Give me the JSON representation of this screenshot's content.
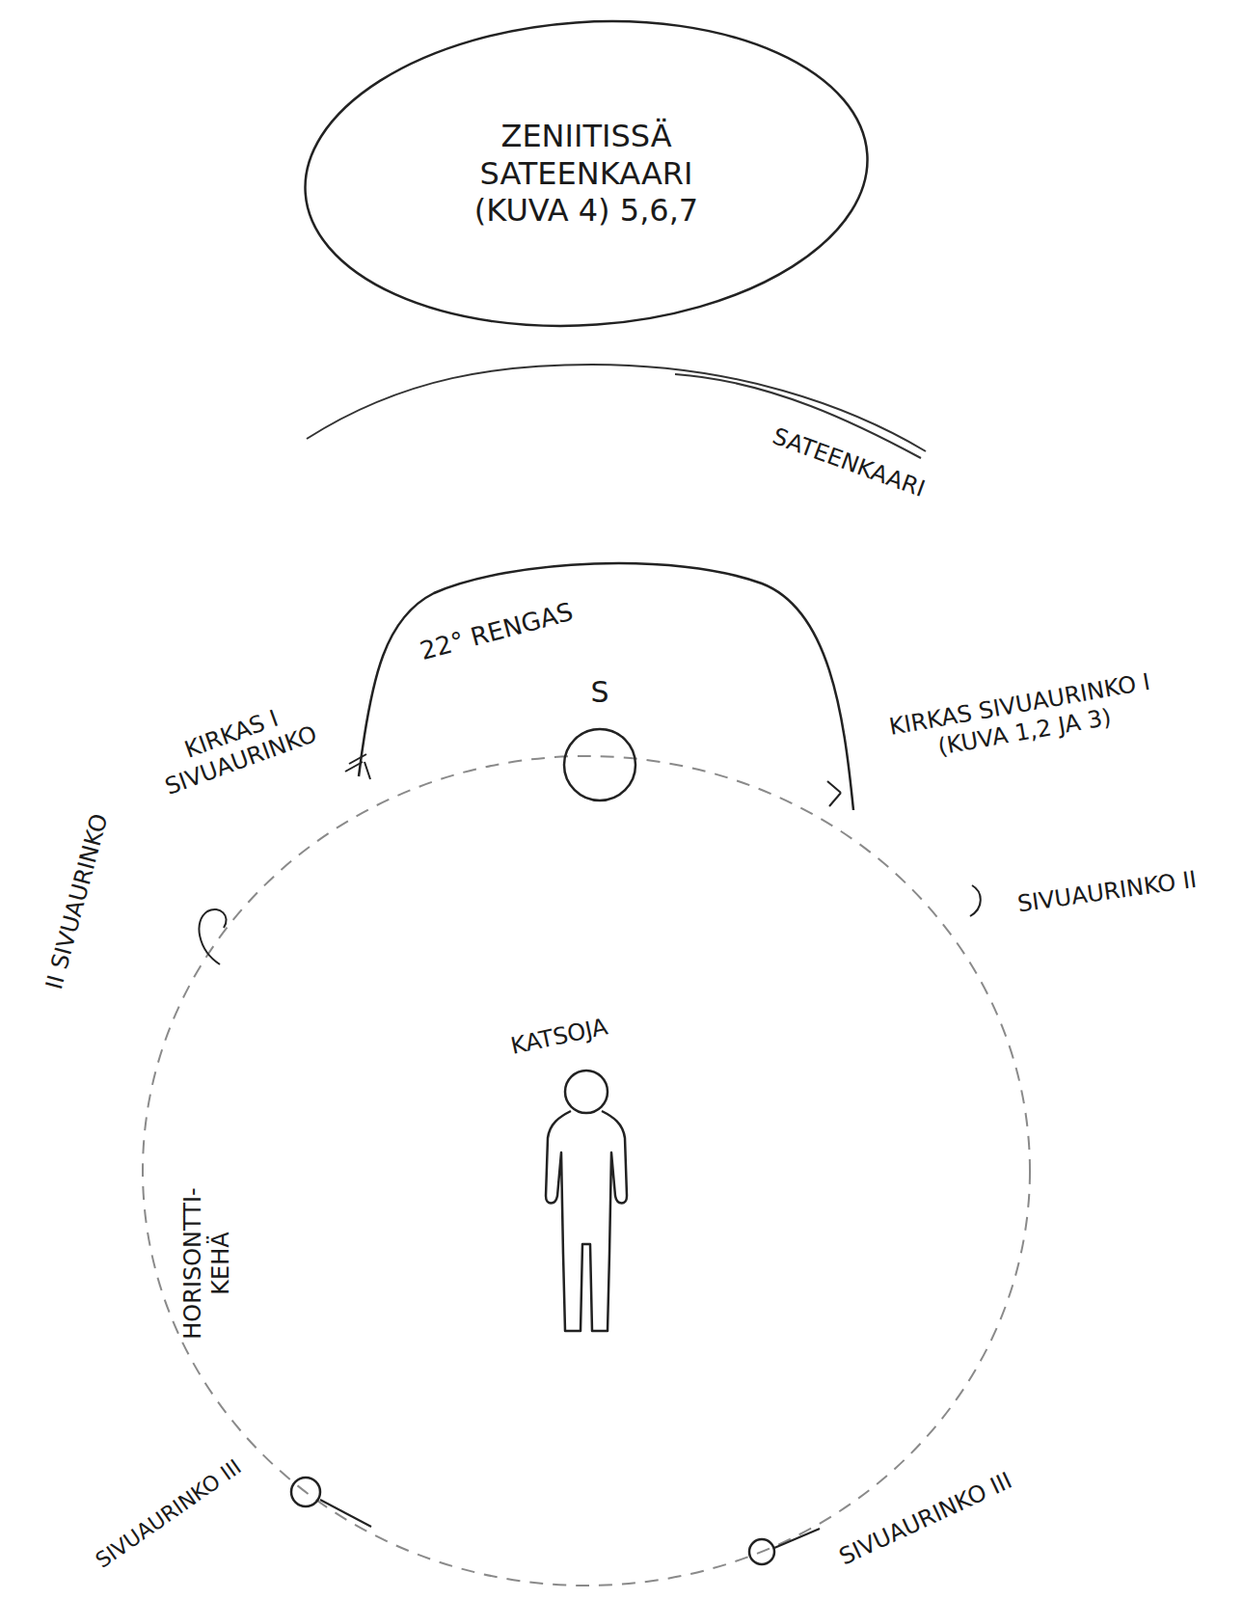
{
  "diagram": {
    "nodes": [
      {
        "text": [
          "ZENIITISSÄ SATEENKAARI (KUVA 4) 5,6,7"
        ]
      },
      {
        "text": [
          "S"
        ]
      }
    ],
    "labels": [
      "SATEENKAARI",
      "22° RENGAS",
      "KIRKAS I SIVUAURINKO",
      "KIRKAS SIVUAURINKO I (KUVA 1,2 JA 3)",
      "SIVUAURINKO II",
      "II SIVUAURINKO",
      "HORISONTTI- KEHÄ",
      "KATSOJA",
      "SIVUAURINKO III",
      "SIVUAURINKO III"
    ]
  }
}
